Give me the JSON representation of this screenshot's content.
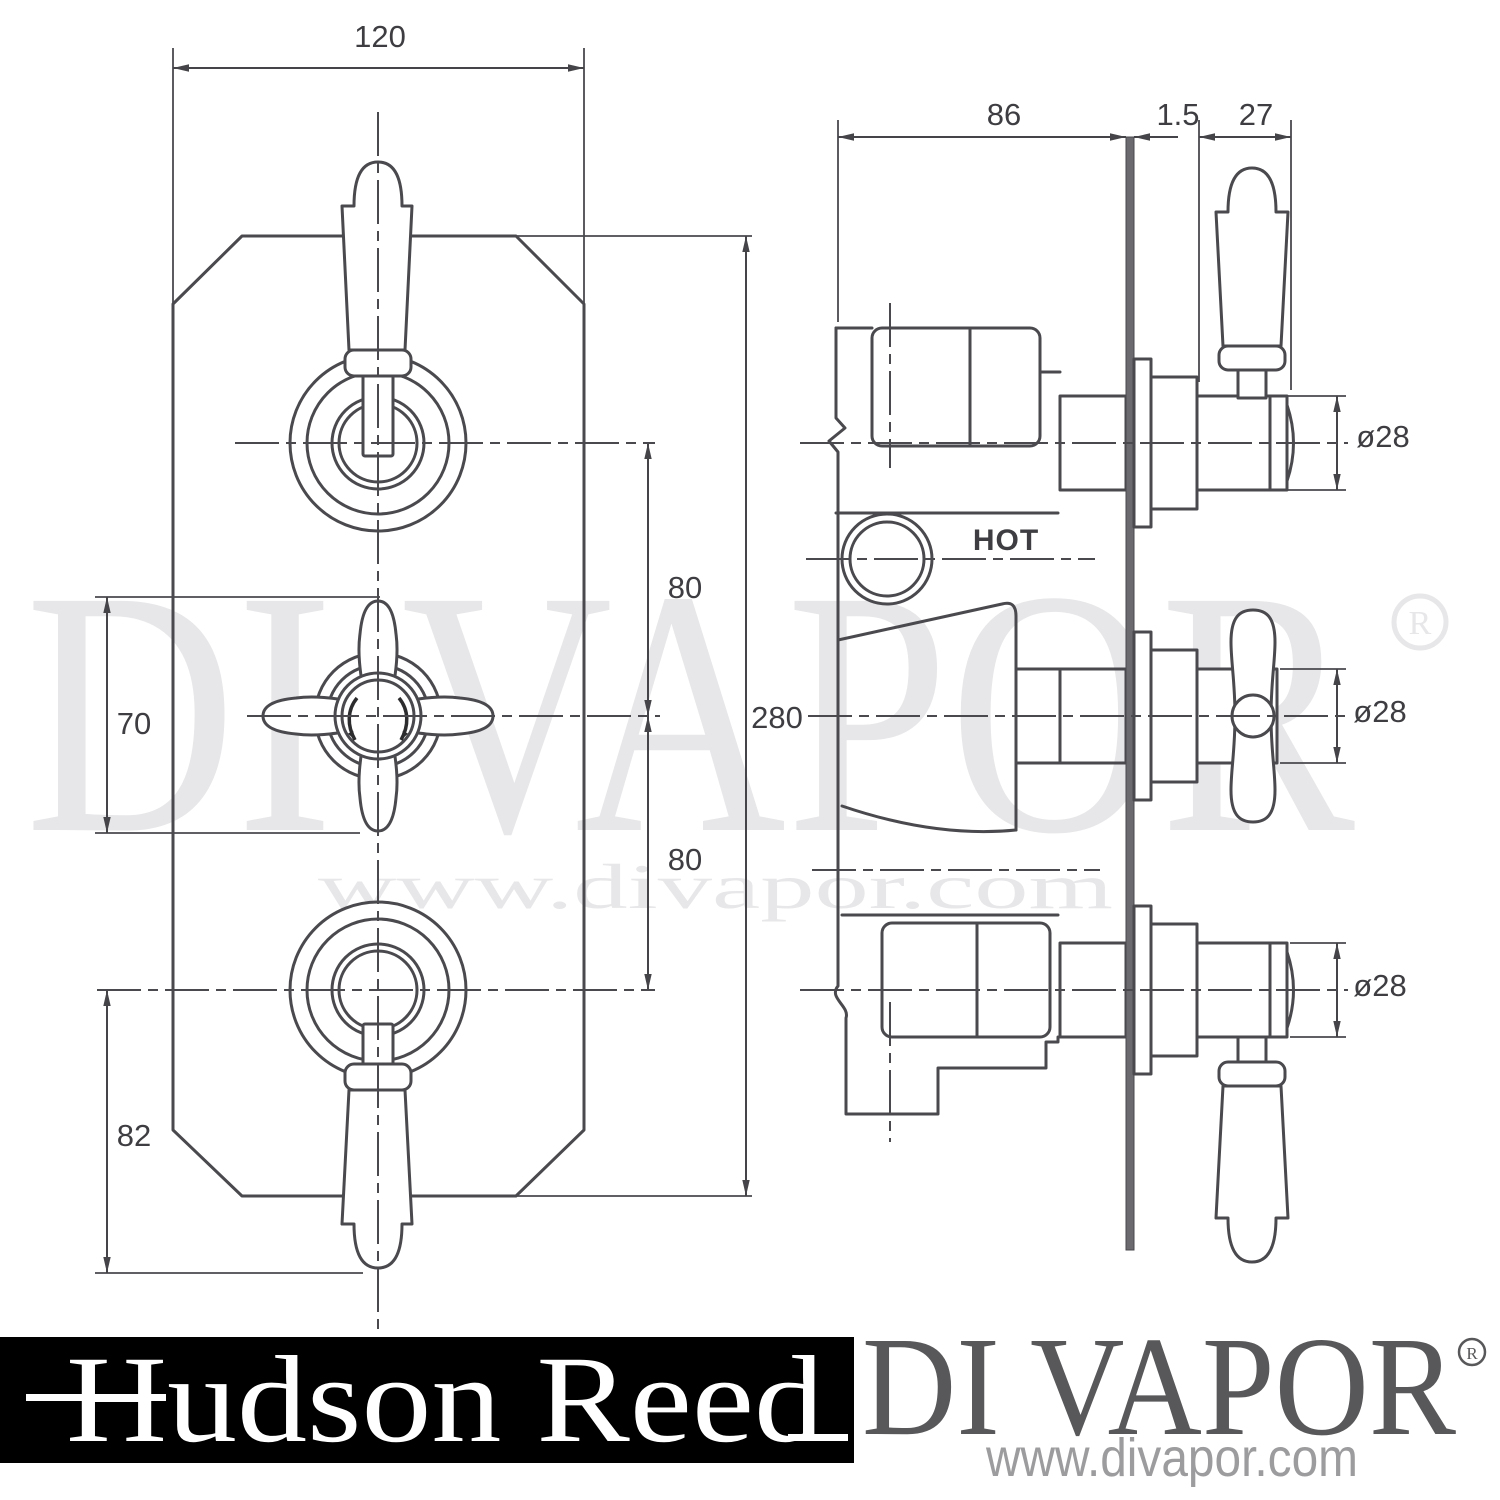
{
  "meta": {
    "type": "technical-drawing",
    "subject": "triple thermostatic shower valve - front and side elevation",
    "background": "#ffffff",
    "line_color": "#4a4a4e",
    "dim_text_color": "#3e3e42"
  },
  "front_view": {
    "dim_width_top": "120",
    "dim_gap_upper": "80",
    "dim_gap_lower": "80",
    "dim_cross_handle": "70",
    "dim_bottom_offset": "82",
    "dim_plate_height": "280"
  },
  "side_view": {
    "dim_body_depth": "86",
    "dim_plate_thickness": "1.5",
    "dim_handle_projection": "27",
    "dim_diameter_top": "ø28",
    "dim_diameter_middle": "ø28",
    "dim_diameter_bottom": "ø28",
    "label_hot": "HOT"
  },
  "watermark": {
    "brand": "DI VAPOR",
    "registered": "R",
    "url": "www.divapor.com",
    "color": "#e7e7e9"
  },
  "footer": {
    "bar_color": "#000000",
    "brand_left": "Hudson Reed",
    "brand_left_color": "#ffffff",
    "brand_right": "DI VAPOR",
    "brand_right_color": "#58585a",
    "registered": "R",
    "url": "www.divapor.com",
    "url_color": "#9c9c9e"
  }
}
